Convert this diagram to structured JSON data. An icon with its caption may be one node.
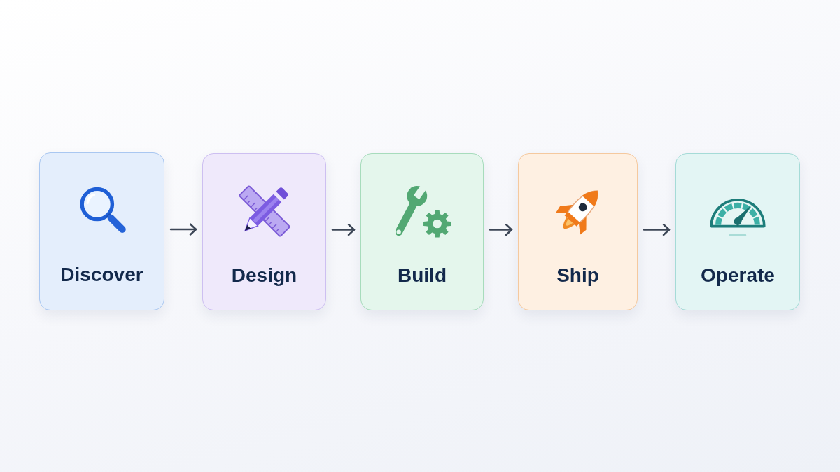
{
  "diagram": {
    "nodes": [
      {
        "text": [
          "Discover"
        ]
      },
      {
        "text": [
          "Design"
        ]
      },
      {
        "text": [
          "Build"
        ]
      },
      {
        "text": [
          "Ship"
        ]
      },
      {
        "text": [
          "Operate"
        ]
      }
    ],
    "edges": [
      {
        "from": 0,
        "to": 1,
        "arrow": "to"
      },
      {
        "from": 1,
        "to": 2,
        "arrow": "to"
      },
      {
        "from": 2,
        "to": 3,
        "arrow": "to"
      },
      {
        "from": 3,
        "to": 4,
        "arrow": "to"
      }
    ]
  }
}
